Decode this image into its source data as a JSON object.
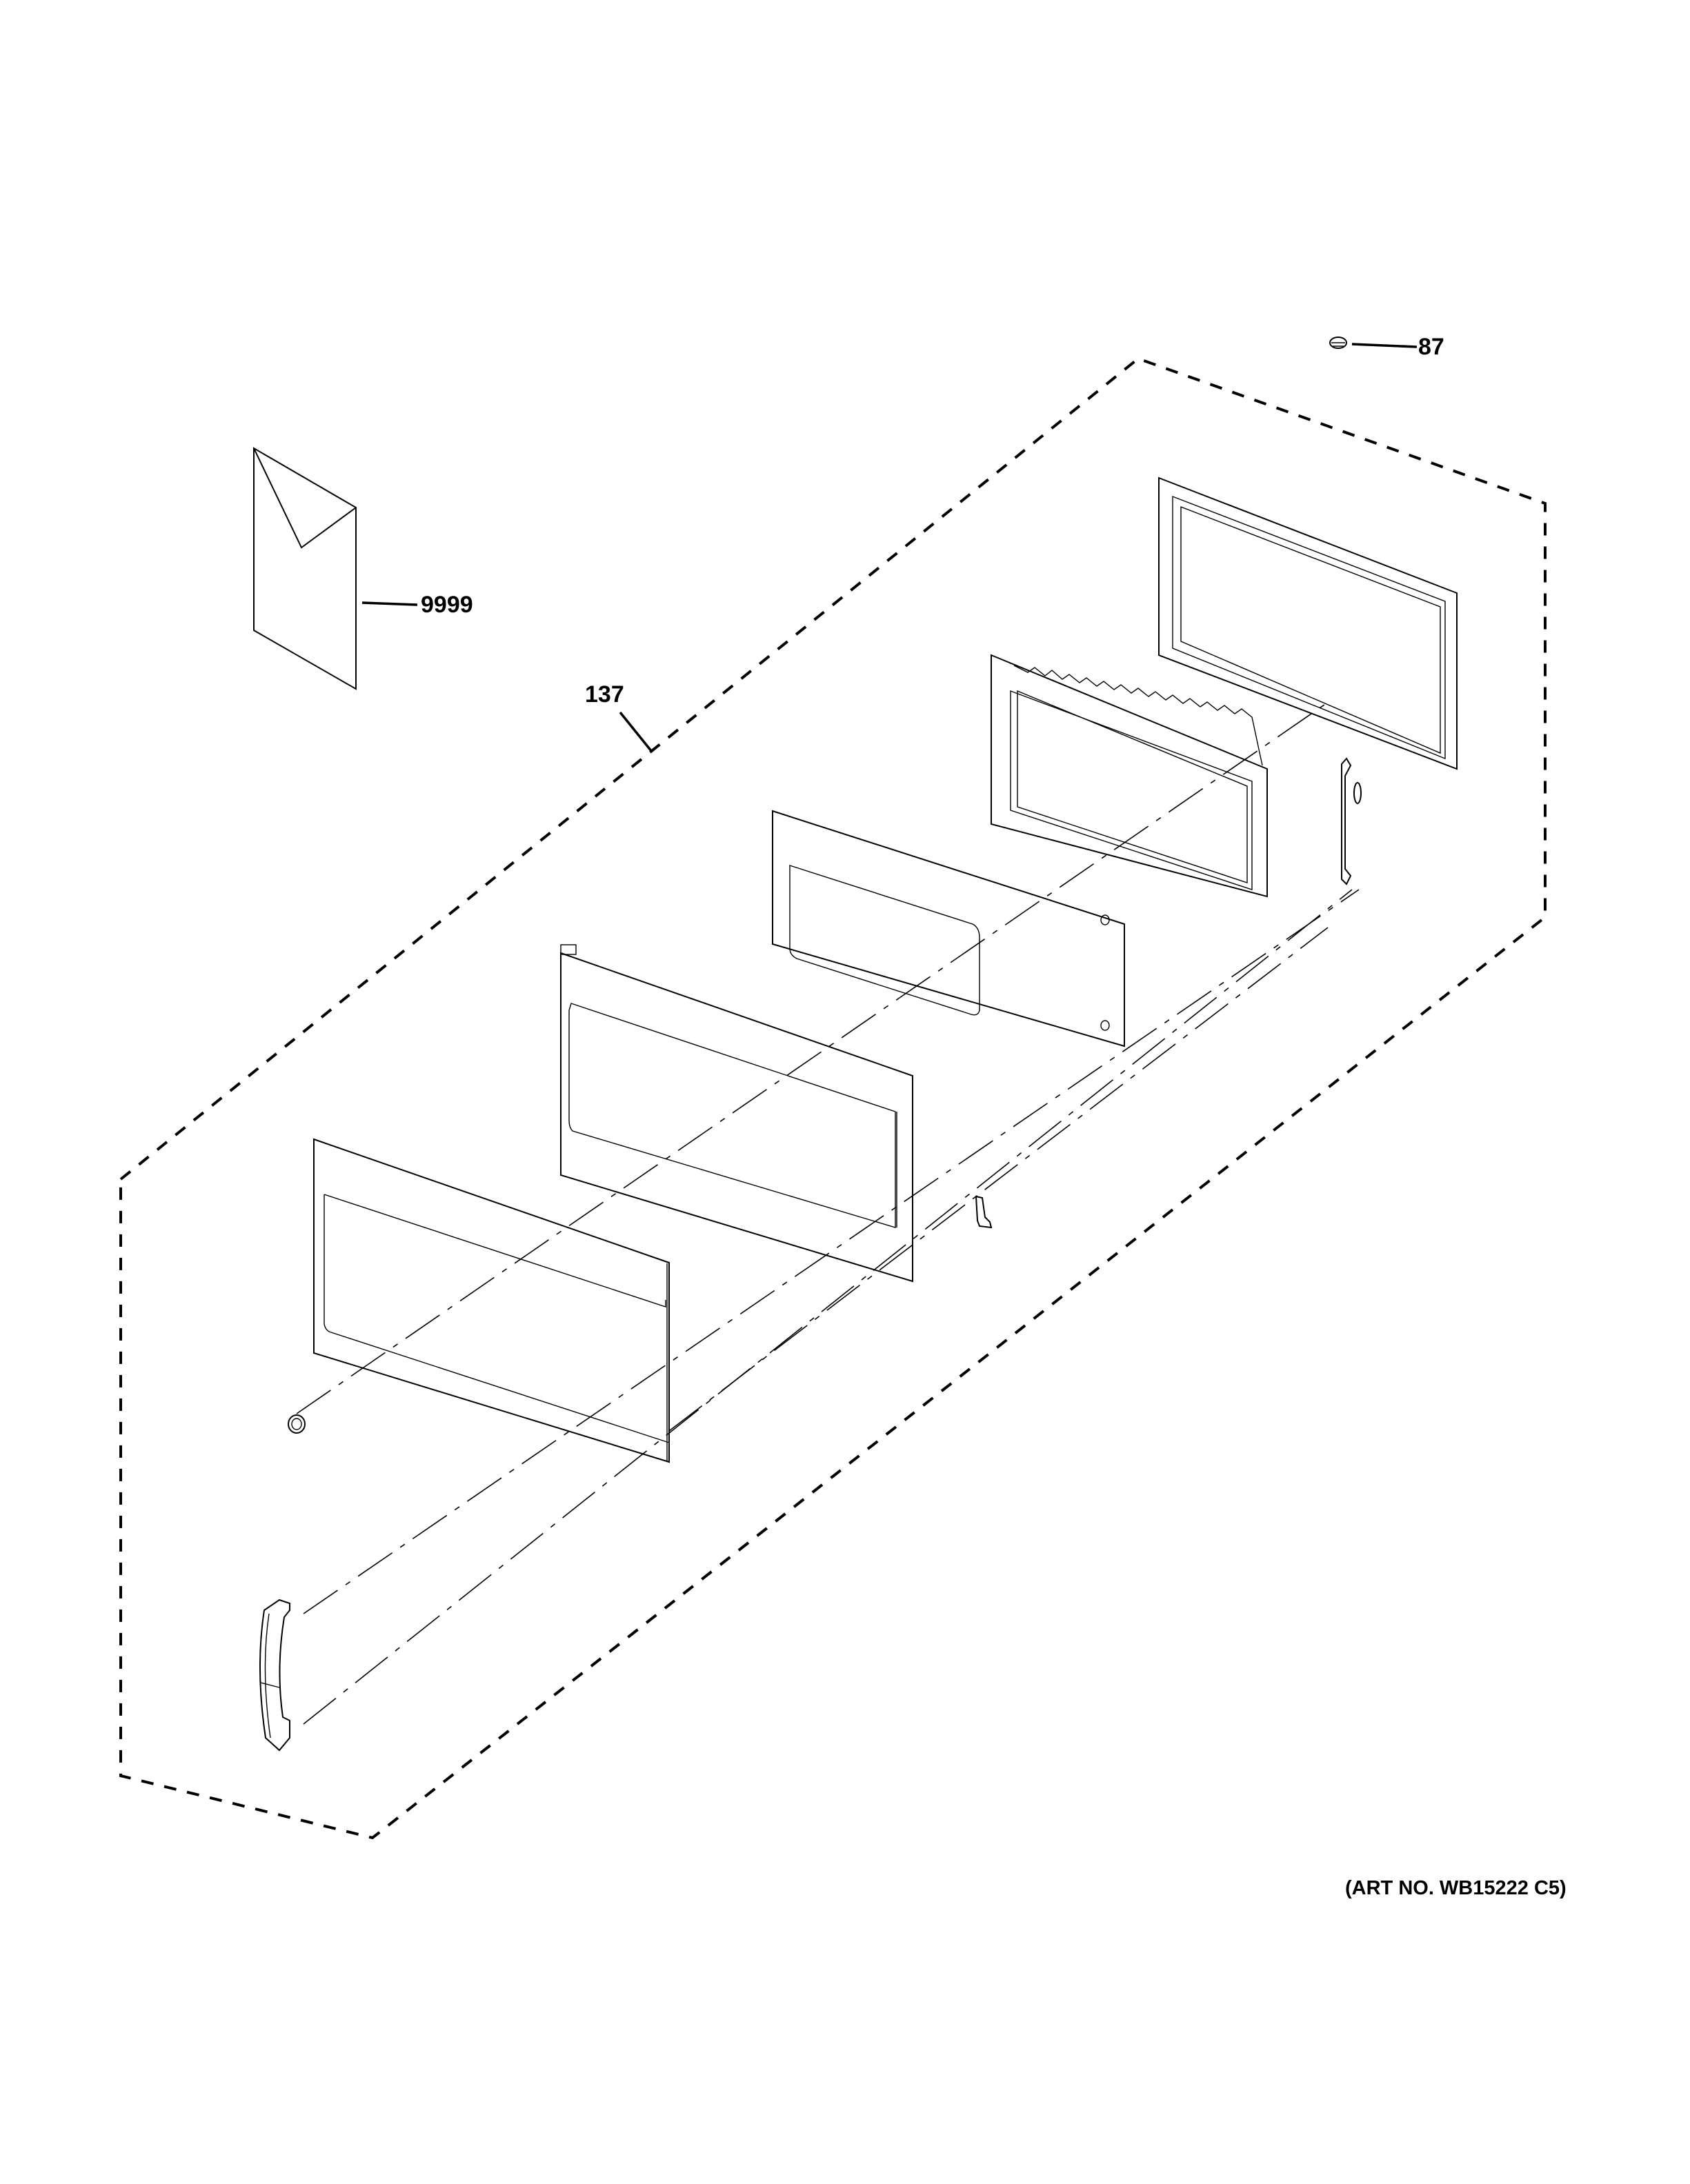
{
  "diagram": {
    "type": "exploded-parts-diagram",
    "subject": "Microwave door assembly",
    "callouts": [
      {
        "id": "87",
        "label": "87",
        "part": "small clip"
      },
      {
        "id": "9999",
        "label": "9999",
        "part": "literature envelope"
      },
      {
        "id": "137",
        "label": "137",
        "part": "door assembly (dashed boundary)"
      }
    ],
    "art_number": "(ART NO. WB15222 C5)",
    "colors": {
      "line": "#000000",
      "background": "#ffffff"
    }
  }
}
